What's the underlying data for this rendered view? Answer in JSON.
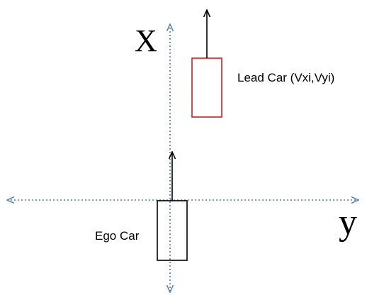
{
  "axes": {
    "x_label": "X",
    "y_label": "y",
    "axis_color": "#4a7ebb"
  },
  "cars": {
    "ego": {
      "label": "Ego Car",
      "outline_color": "#000000"
    },
    "lead": {
      "label": "Lead Car (Vxi,Vyi)",
      "outline_color": "#cc1f1f"
    }
  },
  "velocity_arrow_color": "#000000"
}
